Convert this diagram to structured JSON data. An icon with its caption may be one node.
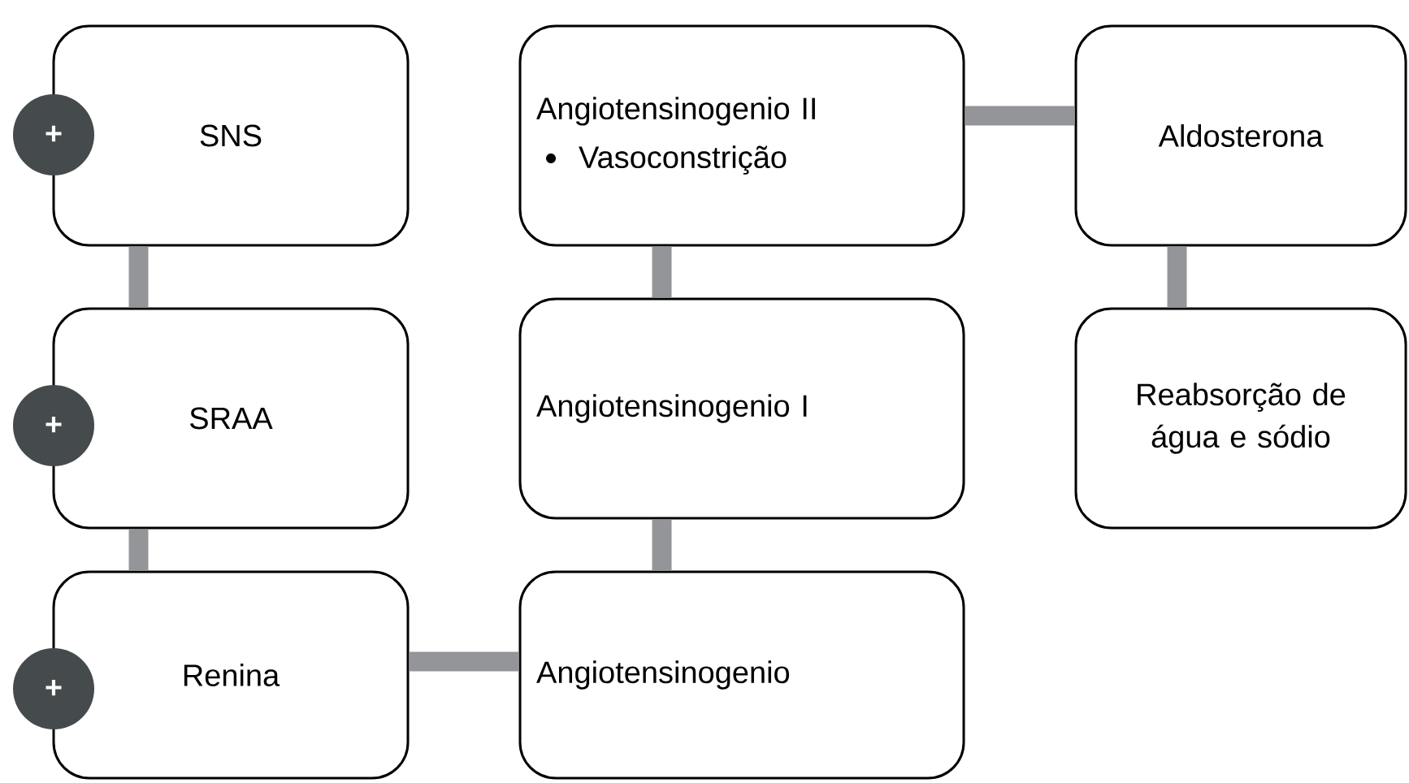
{
  "diagram": {
    "nodes": [
      {
        "text": [
          "SNS"
        ]
      },
      {
        "text": [
          "SRAA"
        ]
      },
      {
        "text": [
          "Renina"
        ]
      },
      {
        "text": [
          "Angiotensinogenio"
        ]
      },
      {
        "text": [
          "Angiotensinogenio I"
        ]
      },
      {
        "text": [
          "Angiotensinogenio II",
          "Vasoconstrição"
        ]
      },
      {
        "text": [
          "Aldosterona"
        ]
      },
      {
        "text": [
          "Reabsorção de água e sódio"
        ]
      },
      {
        "text": [
          "+"
        ]
      },
      {
        "text": [
          "+"
        ]
      },
      {
        "text": [
          "+"
        ]
      }
    ],
    "edges": [
      {
        "from": 0,
        "to": 1,
        "arrow": "none"
      },
      {
        "from": 1,
        "to": 2,
        "arrow": "none"
      },
      {
        "from": 2,
        "to": 3,
        "arrow": "none"
      },
      {
        "from": 3,
        "to": 4,
        "arrow": "none"
      },
      {
        "from": 4,
        "to": 5,
        "arrow": "none"
      },
      {
        "from": 5,
        "to": 6,
        "arrow": "none"
      },
      {
        "from": 6,
        "to": 7,
        "arrow": "none"
      }
    ]
  }
}
